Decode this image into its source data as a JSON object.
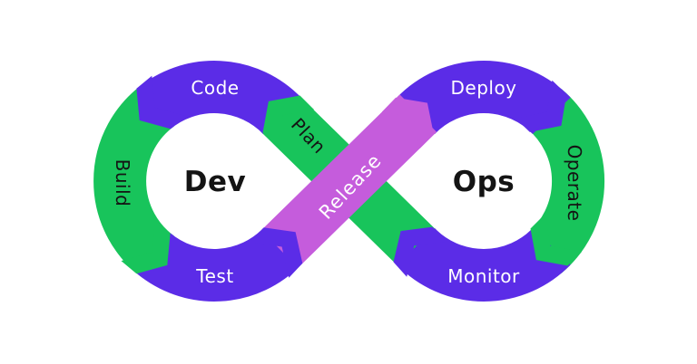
{
  "labels": {
    "dev": "Dev",
    "ops": "Ops",
    "plan": "Plan",
    "code": "Code",
    "build": "Build",
    "test": "Test",
    "release": "Release",
    "deploy": "Deploy",
    "operate": "Operate",
    "monitor": "Monitor"
  },
  "flow_order": [
    "plan",
    "code",
    "build",
    "test",
    "release",
    "deploy",
    "operate",
    "monitor"
  ],
  "colors": {
    "purple": "#5B2CE7",
    "green": "#18C45B",
    "magenta": "#C55CDC",
    "text_dark": "#141414",
    "text_light": "#FFFFFF",
    "background": "#FFFFFF"
  }
}
